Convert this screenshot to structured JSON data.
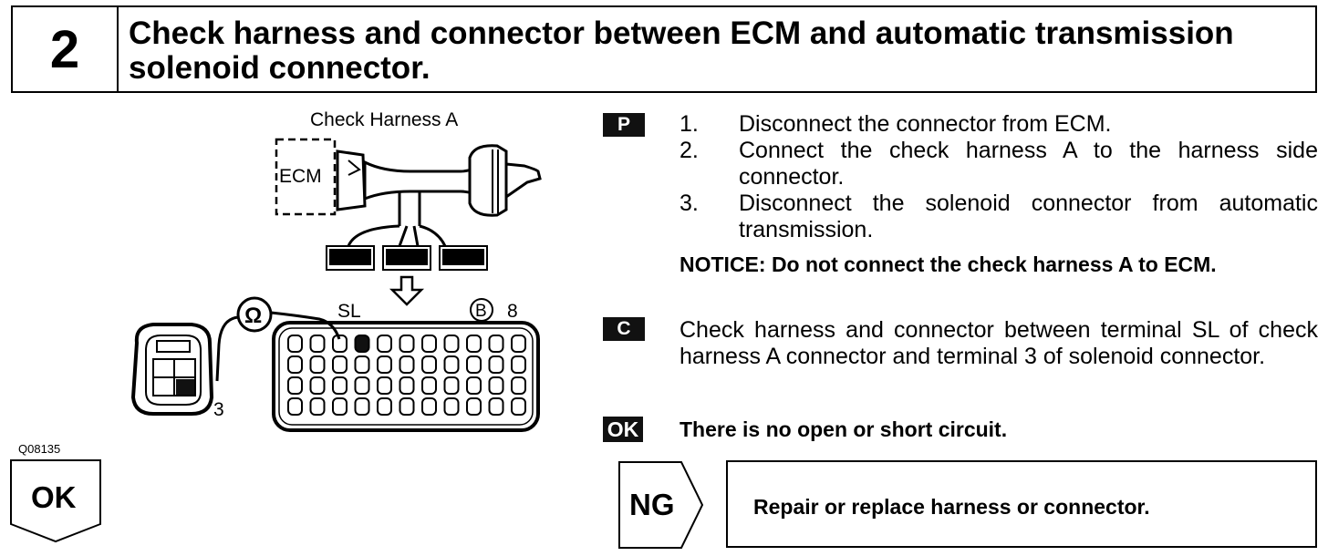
{
  "header": {
    "step_number": "2",
    "title": "Check harness and connector between ECM and automatic transmission solenoid connector."
  },
  "figure": {
    "label_check_harness": "Check Harness A",
    "label_ecm": "ECM",
    "label_sl": "SL",
    "label_b": "B",
    "label_8": "8",
    "label_3": "3",
    "label_ohm": "Ω",
    "figure_id": "Q08135"
  },
  "procedure": {
    "tag": "P",
    "steps": [
      {
        "num": "1.",
        "text": "Disconnect the connector from ECM."
      },
      {
        "num": "2.",
        "text": "Connect the check harness A to the harness side connector."
      },
      {
        "num": "3.",
        "text": "Disconnect the solenoid connector from automatic transmission."
      }
    ],
    "notice": "NOTICE:  Do not connect the check harness A to ECM."
  },
  "check": {
    "tag": "C",
    "text": "Check harness and connector between terminal SL of check harness A connector and terminal 3 of solenoid connector."
  },
  "result": {
    "tag": "OK",
    "text": "There is no open or short circuit."
  },
  "ng": {
    "label": "NG",
    "text": "Repair or replace harness or connector."
  },
  "ok_flow": {
    "label": "OK"
  }
}
